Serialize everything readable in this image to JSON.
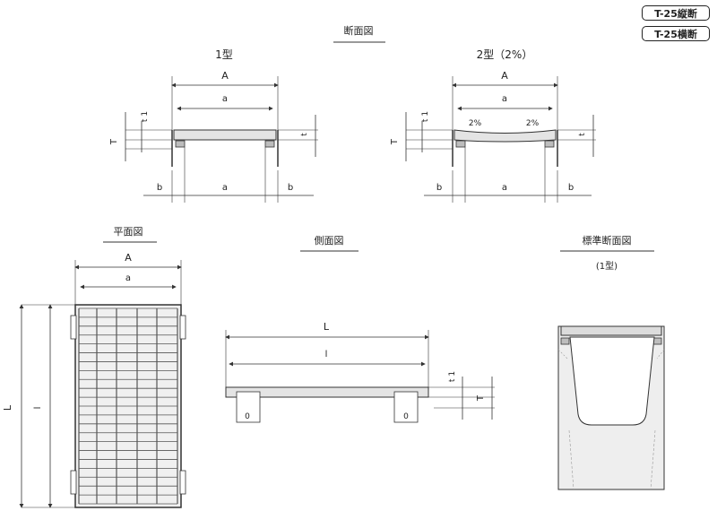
{
  "badges": [
    "T-25縦断",
    "T-25横断"
  ],
  "section": {
    "title": "断面図",
    "type1": "1型",
    "type2": "2型（2%）",
    "slope": "2%"
  },
  "plan": {
    "title": "平面図"
  },
  "side": {
    "title": "側面図"
  },
  "standard": {
    "title": "標準断面図",
    "subtitle": "(1型)"
  },
  "dims": {
    "A": "A",
    "a": "a",
    "b": "b",
    "T": "T",
    "t1": "t 1",
    "t": "t",
    "L": "L",
    "l": "l",
    "zero": "0"
  },
  "colors": {
    "line": "#333333",
    "grey_fill": "#e4e4e4",
    "dark_fill": "#bdbdbd"
  }
}
